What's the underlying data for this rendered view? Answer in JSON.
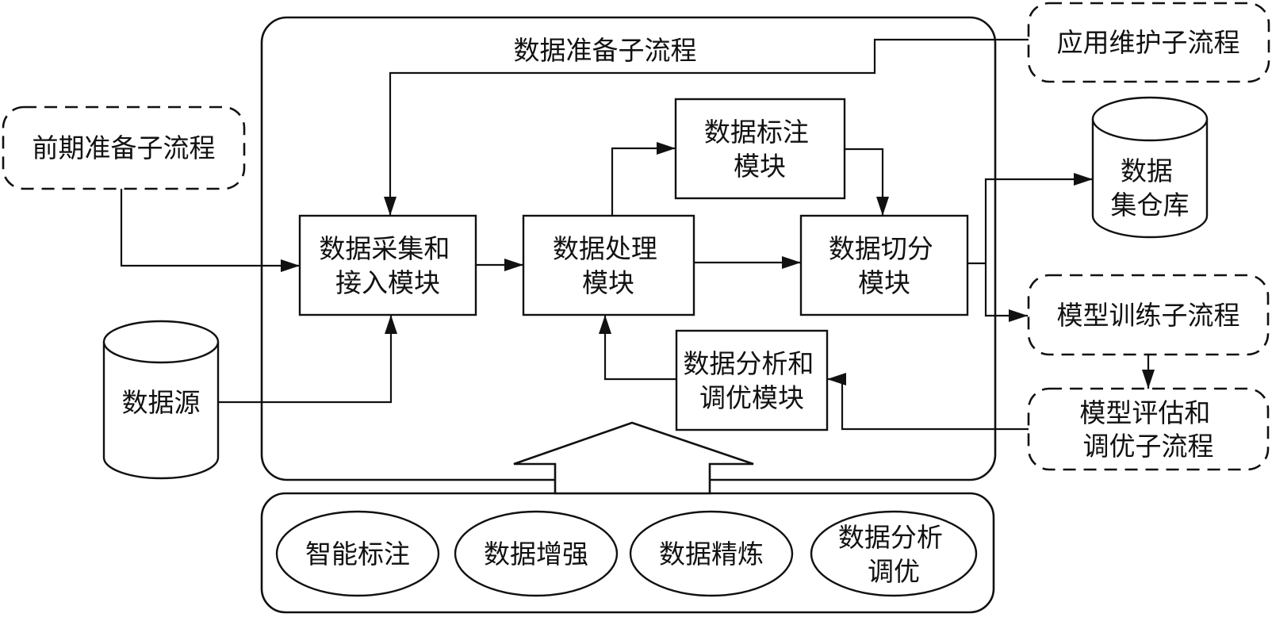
{
  "diagram": {
    "title": "数据准备子流程",
    "colors": {
      "ink": "#111111",
      "background": "#ffffff"
    },
    "external_subprocesses": {
      "pre_prep": {
        "label": "前期准备子流程"
      },
      "app_maintain": {
        "label": "应用维护子流程"
      },
      "model_train": {
        "label": "模型训练子流程"
      },
      "model_eval": {
        "line1": "模型评估和",
        "line2": "调优子流程"
      }
    },
    "datastores": {
      "source": {
        "label": "数据源"
      },
      "warehouse": {
        "line1": "数据",
        "line2": "集仓库"
      }
    },
    "modules": {
      "collect": {
        "line1": "数据采集和",
        "line2": "接入模块"
      },
      "process": {
        "line1": "数据处理",
        "line2": "模块"
      },
      "annotate": {
        "line1": "数据标注",
        "line2": "模块"
      },
      "split": {
        "line1": "数据切分",
        "line2": "模块"
      },
      "analyze": {
        "line1": "数据分析和",
        "line2": "调优模块"
      }
    },
    "capabilities": {
      "smart_label": {
        "label": "智能标注"
      },
      "augment": {
        "label": "数据增强"
      },
      "refine": {
        "label": "数据精炼"
      },
      "analyze_tune": {
        "line1": "数据分析",
        "line2": "调优"
      }
    },
    "connections": [
      {
        "from": "前期准备子流程",
        "to": "数据采集和接入模块"
      },
      {
        "from": "数据源",
        "to": "数据采集和接入模块"
      },
      {
        "from": "应用维护子流程",
        "to": "数据采集和接入模块"
      },
      {
        "from": "数据采集和接入模块",
        "to": "数据处理模块"
      },
      {
        "from": "数据处理模块",
        "to": "数据标注模块"
      },
      {
        "from": "数据标注模块",
        "to": "数据切分模块"
      },
      {
        "from": "数据处理模块",
        "to": "数据切分模块"
      },
      {
        "from": "数据切分模块",
        "to": "数据集仓库"
      },
      {
        "from": "数据切分模块",
        "to": "模型训练子流程"
      },
      {
        "from": "模型训练子流程",
        "to": "模型评估和调优子流程"
      },
      {
        "from": "模型评估和调优子流程",
        "to": "数据分析和调优模块"
      },
      {
        "from": "数据分析和调优模块",
        "to": "数据处理模块"
      },
      {
        "from": "能力集(智能标注/数据增强/数据精炼/数据分析调优)",
        "to": "数据准备子流程"
      }
    ]
  }
}
